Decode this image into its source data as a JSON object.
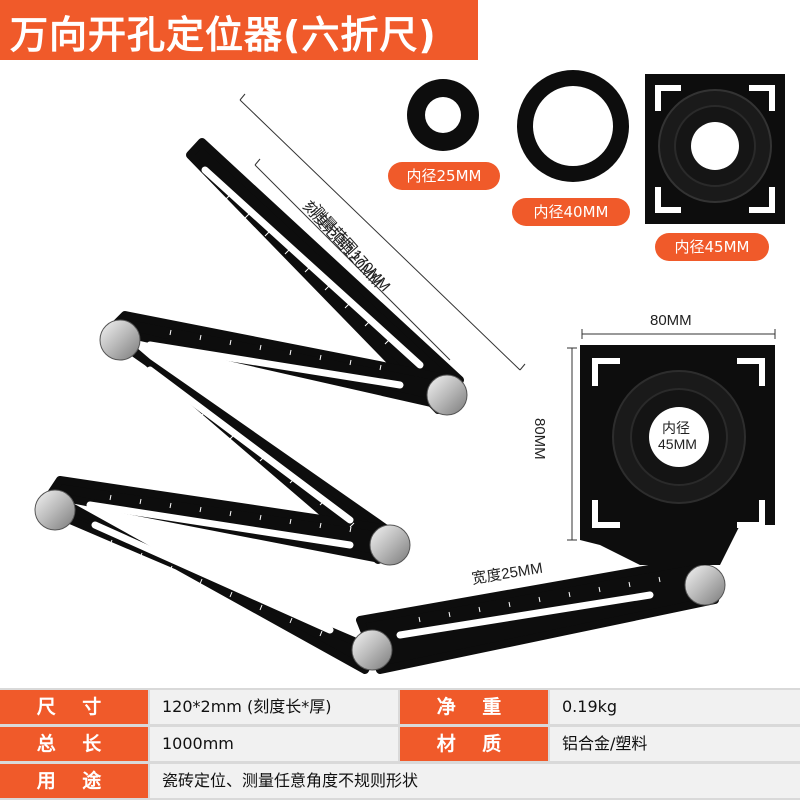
{
  "title": "万向开孔定位器(六折尺)",
  "badges": {
    "ring_25": "内径25MM",
    "ring_40": "内径40MM",
    "ring_45": "内径45MM"
  },
  "dimensions": {
    "measure_range": "测量范围170MM",
    "scale_range": "刻度范围120MM",
    "width_label": "宽度25MM",
    "plate_width": "80MM",
    "plate_height": "80MM",
    "plate_inner_line1": "内径",
    "plate_inner_line2": "45MM"
  },
  "specs": {
    "size_label": "尺 寸",
    "size_value": "120*2mm (刻度长*厚)",
    "weight_label": "净 重",
    "weight_value": "0.19kg",
    "length_label": "总 长",
    "length_value": "1000mm",
    "material_label": "材 质",
    "material_value": "铝合金/塑料",
    "use_label": "用 途",
    "use_value": "瓷砖定位、测量任意角度不规则形状"
  },
  "colors": {
    "accent": "#f05a2a",
    "ruler": "#0d0d0d",
    "table_value_bg": "#f1f1f1"
  }
}
